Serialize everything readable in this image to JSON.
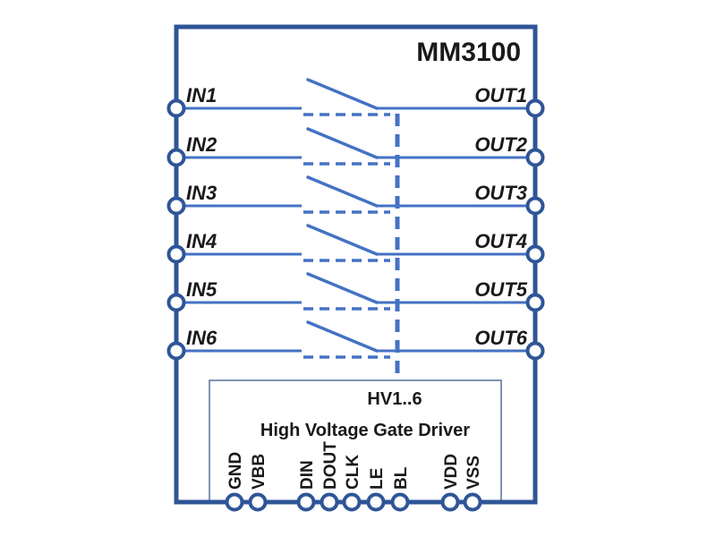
{
  "title": "MM3100",
  "colors": {
    "border": "#2F5597",
    "line": "#4472C4",
    "driver_border": "#55719B",
    "text": "#1a1a1a"
  },
  "channels": [
    {
      "in": "IN1",
      "out": "OUT1"
    },
    {
      "in": "IN2",
      "out": "OUT2"
    },
    {
      "in": "IN3",
      "out": "OUT3"
    },
    {
      "in": "IN4",
      "out": "OUT4"
    },
    {
      "in": "IN5",
      "out": "OUT5"
    },
    {
      "in": "IN6",
      "out": "OUT6"
    }
  ],
  "gate_driver": {
    "bus_label": "HV1..6",
    "title": "High Voltage Gate Driver"
  },
  "bottom_pins": [
    "GND",
    "VBB",
    "DIN",
    "DOUT",
    "CLK",
    "LE",
    "BL",
    "VDD",
    "VSS"
  ]
}
